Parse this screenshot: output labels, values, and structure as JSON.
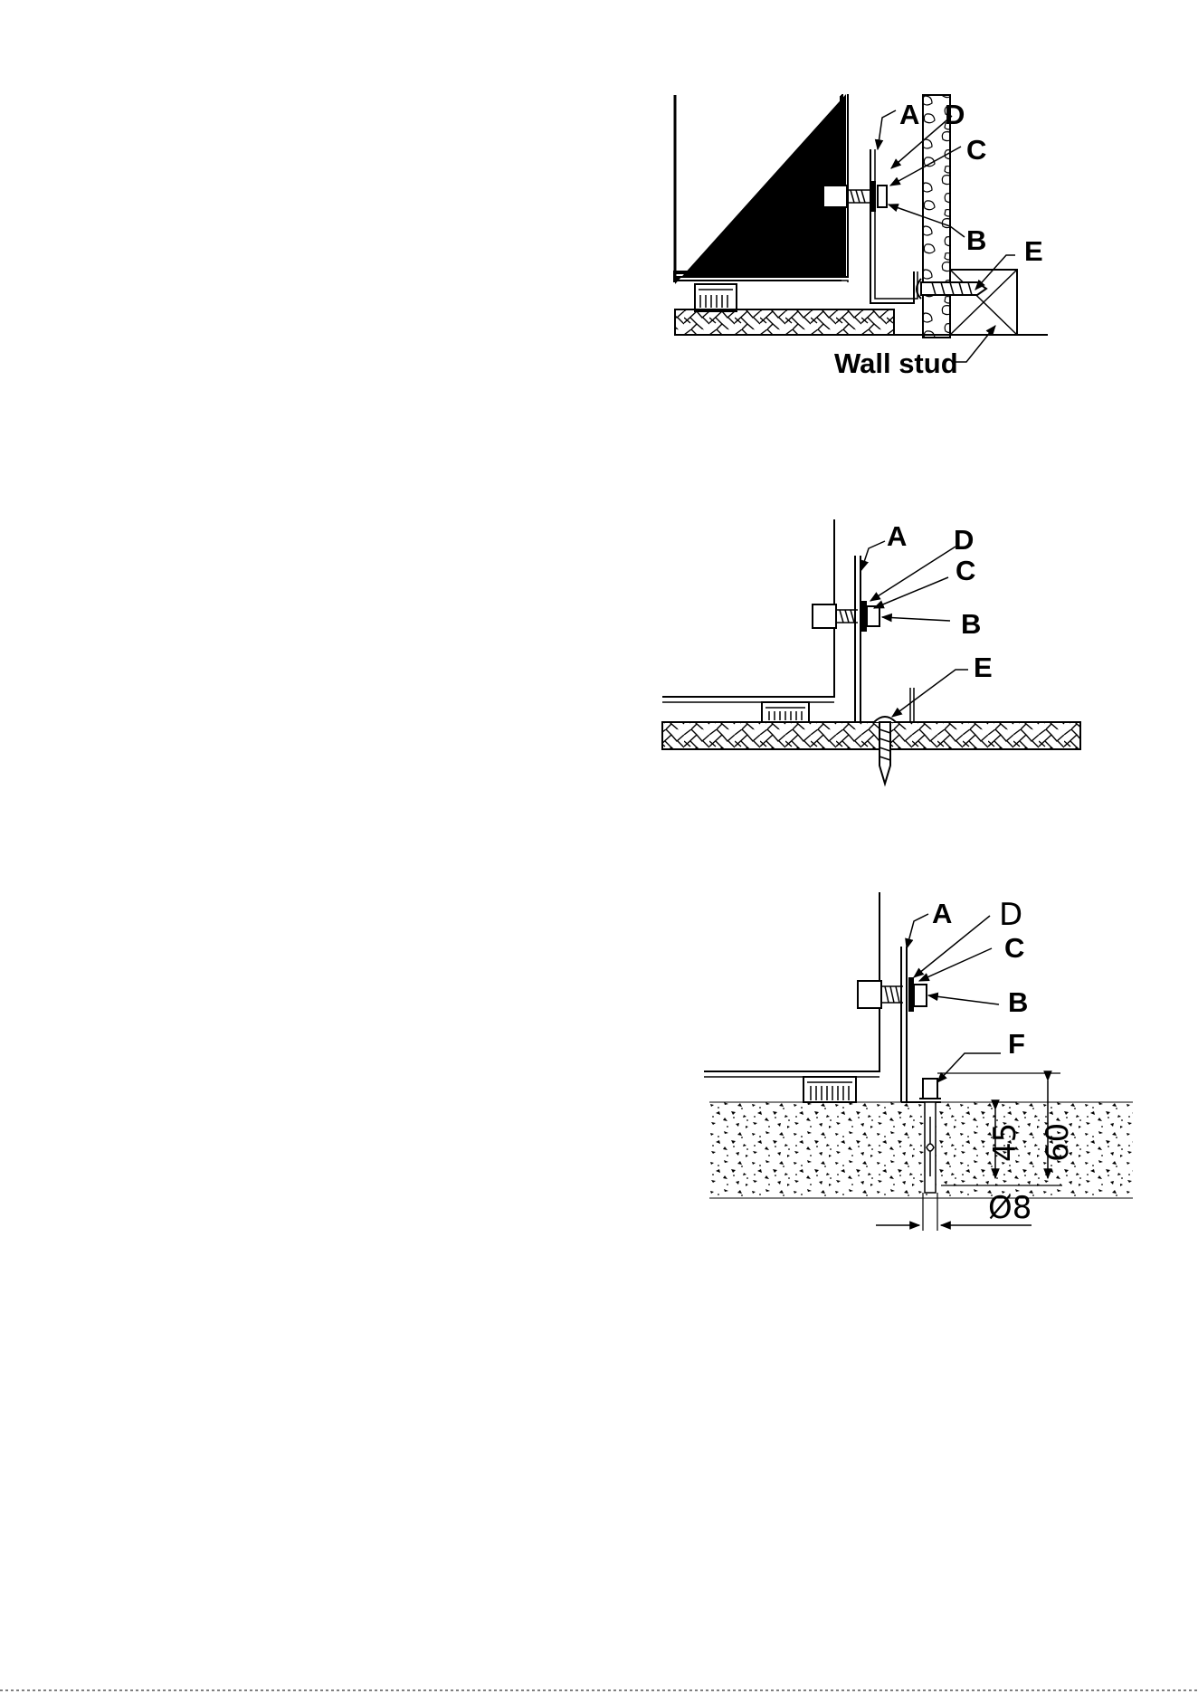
{
  "diagram1": {
    "labels": {
      "a": "A",
      "b": "B",
      "c": "C",
      "d": "D",
      "e": "E",
      "stud": "Wall stud"
    }
  },
  "diagram2": {
    "labels": {
      "a": "A",
      "b": "B",
      "c": "C",
      "d": "D",
      "e": "E"
    }
  },
  "diagram3": {
    "labels": {
      "a": "A",
      "b": "B",
      "c": "C",
      "d": "D",
      "f": "F"
    },
    "dimensions": {
      "depth_inner": "45",
      "depth_outer": "60",
      "diameter": "Ø8"
    }
  }
}
